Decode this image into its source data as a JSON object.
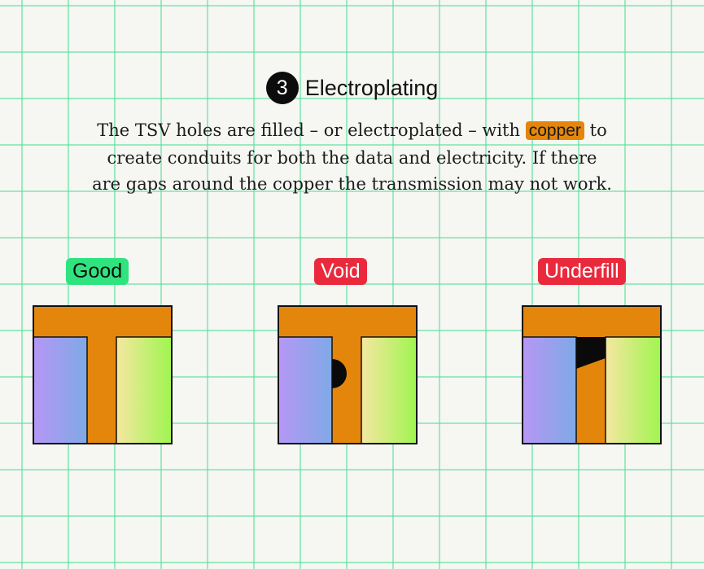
{
  "step": {
    "number": "3",
    "title": "Electroplating"
  },
  "description": {
    "before": "The TSV holes are filled – or electroplated – with",
    "highlight": "copper",
    "after": "to create conduits for both the data and electricity. If there are gaps around the copper the transmission may not work."
  },
  "colors": {
    "copper": "#e4860b",
    "good": "#2fe37e",
    "bad": "#ea2a3c",
    "grid": "#50e096",
    "wafer_left_start": "#b697f5",
    "wafer_left_end": "#7ea9e6",
    "wafer_right_start": "#f5e7a1",
    "wafer_right_end": "#9ff54f",
    "defect": "#0a0a0a"
  },
  "examples": [
    {
      "label": "Good",
      "status": "good"
    },
    {
      "label": "Void",
      "status": "void"
    },
    {
      "label": "Underfill",
      "status": "underfill"
    }
  ]
}
